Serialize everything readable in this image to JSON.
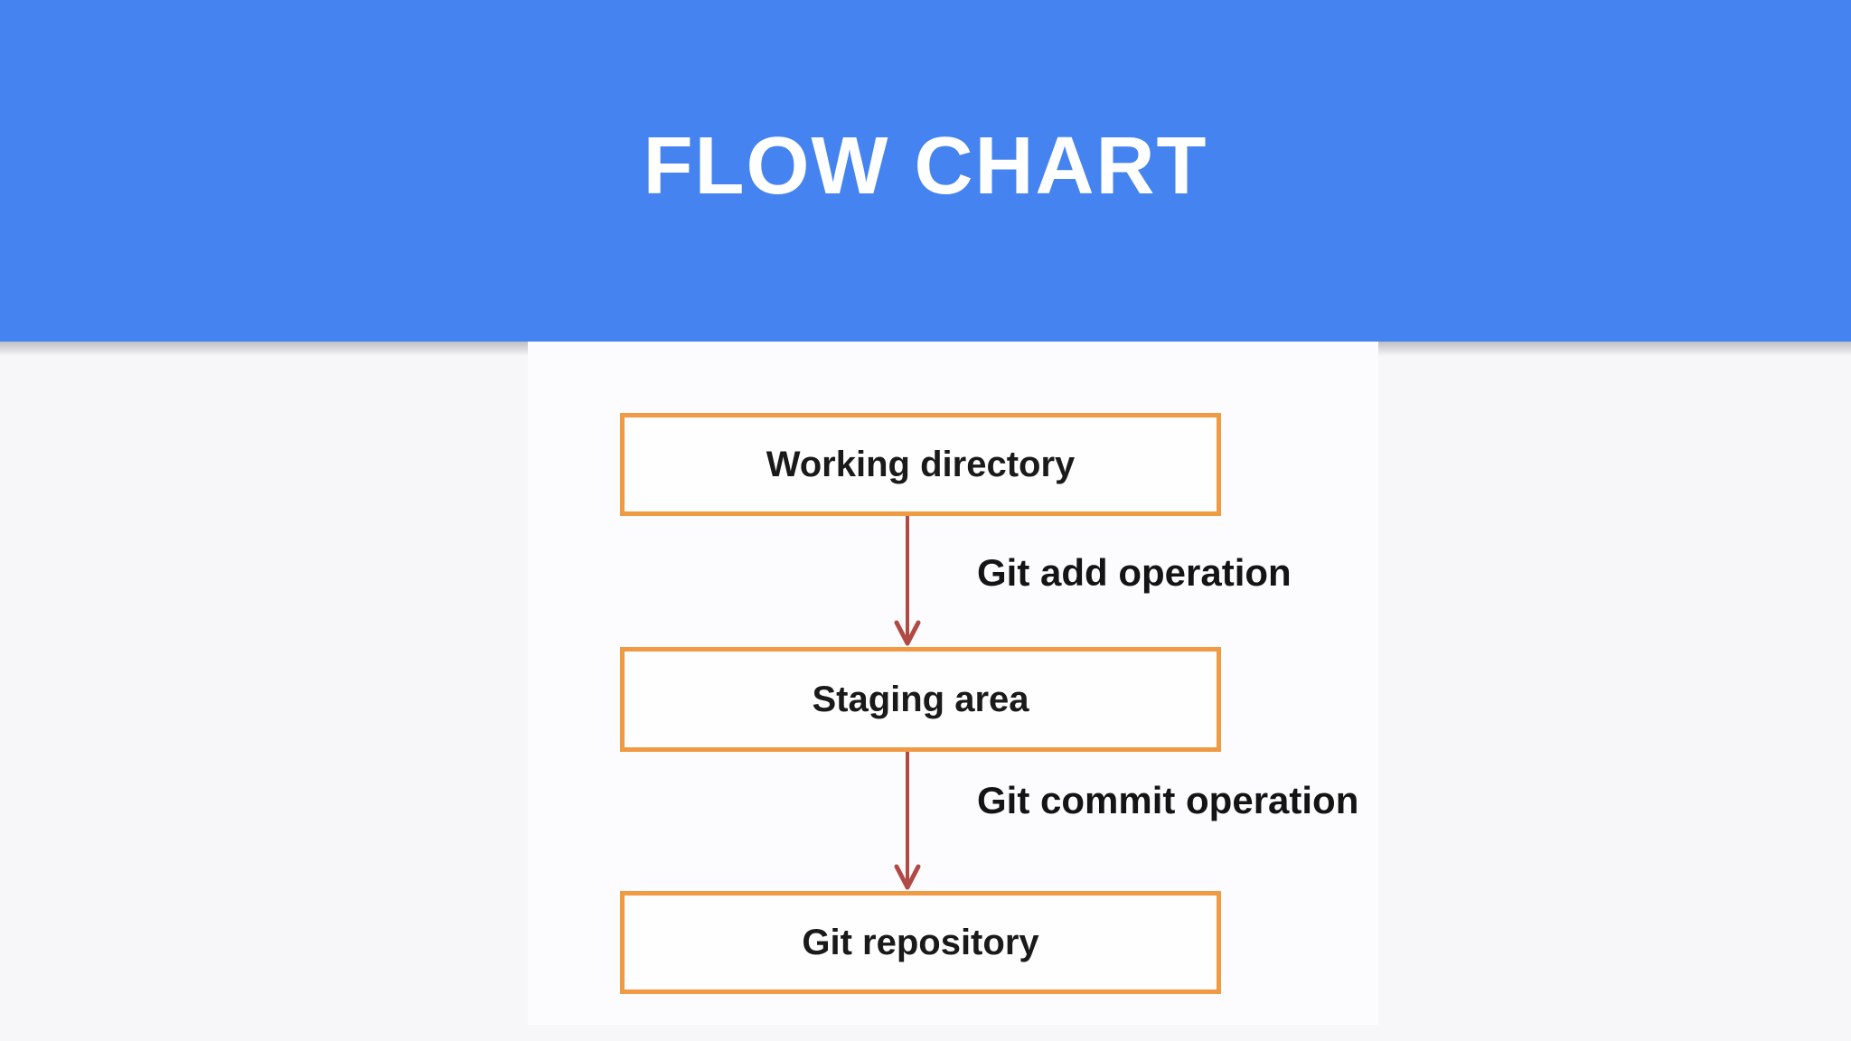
{
  "title": "FLOW CHART",
  "flowchart": {
    "nodes": [
      {
        "id": "working-directory",
        "label": "Working directory"
      },
      {
        "id": "staging-area",
        "label": "Staging area"
      },
      {
        "id": "git-repository",
        "label": "Git repository"
      }
    ],
    "edges": [
      {
        "from": "working-directory",
        "to": "staging-area",
        "label": "Git add operation"
      },
      {
        "from": "staging-area",
        "to": "git-repository",
        "label": "Git commit operation"
      }
    ]
  },
  "colors": {
    "banner_blue": "#4584f0",
    "title_text": "#ffffff",
    "box_border_orange": "#f09a44",
    "box_fill": "#fefefe",
    "arrow_red": "#b14a45",
    "page_background": "#f7f7f9",
    "panel_background": "#fcfcfe",
    "body_text": "#1a1a1a"
  }
}
